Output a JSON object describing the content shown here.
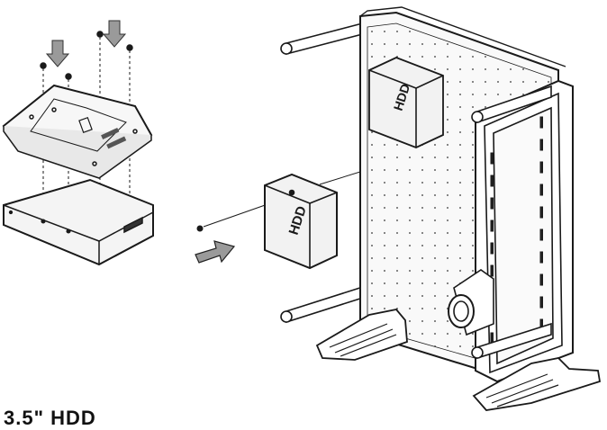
{
  "hdd_label_large": "HDD",
  "hdd_label_small": "HDD",
  "caption": "3.5\" HDD",
  "colors": {
    "stroke": "#1a1a1a",
    "arrow_fill": "#9a9a9a",
    "panel_fill": "#f7f7f7",
    "hdd_fill": "#f2f2f2"
  }
}
